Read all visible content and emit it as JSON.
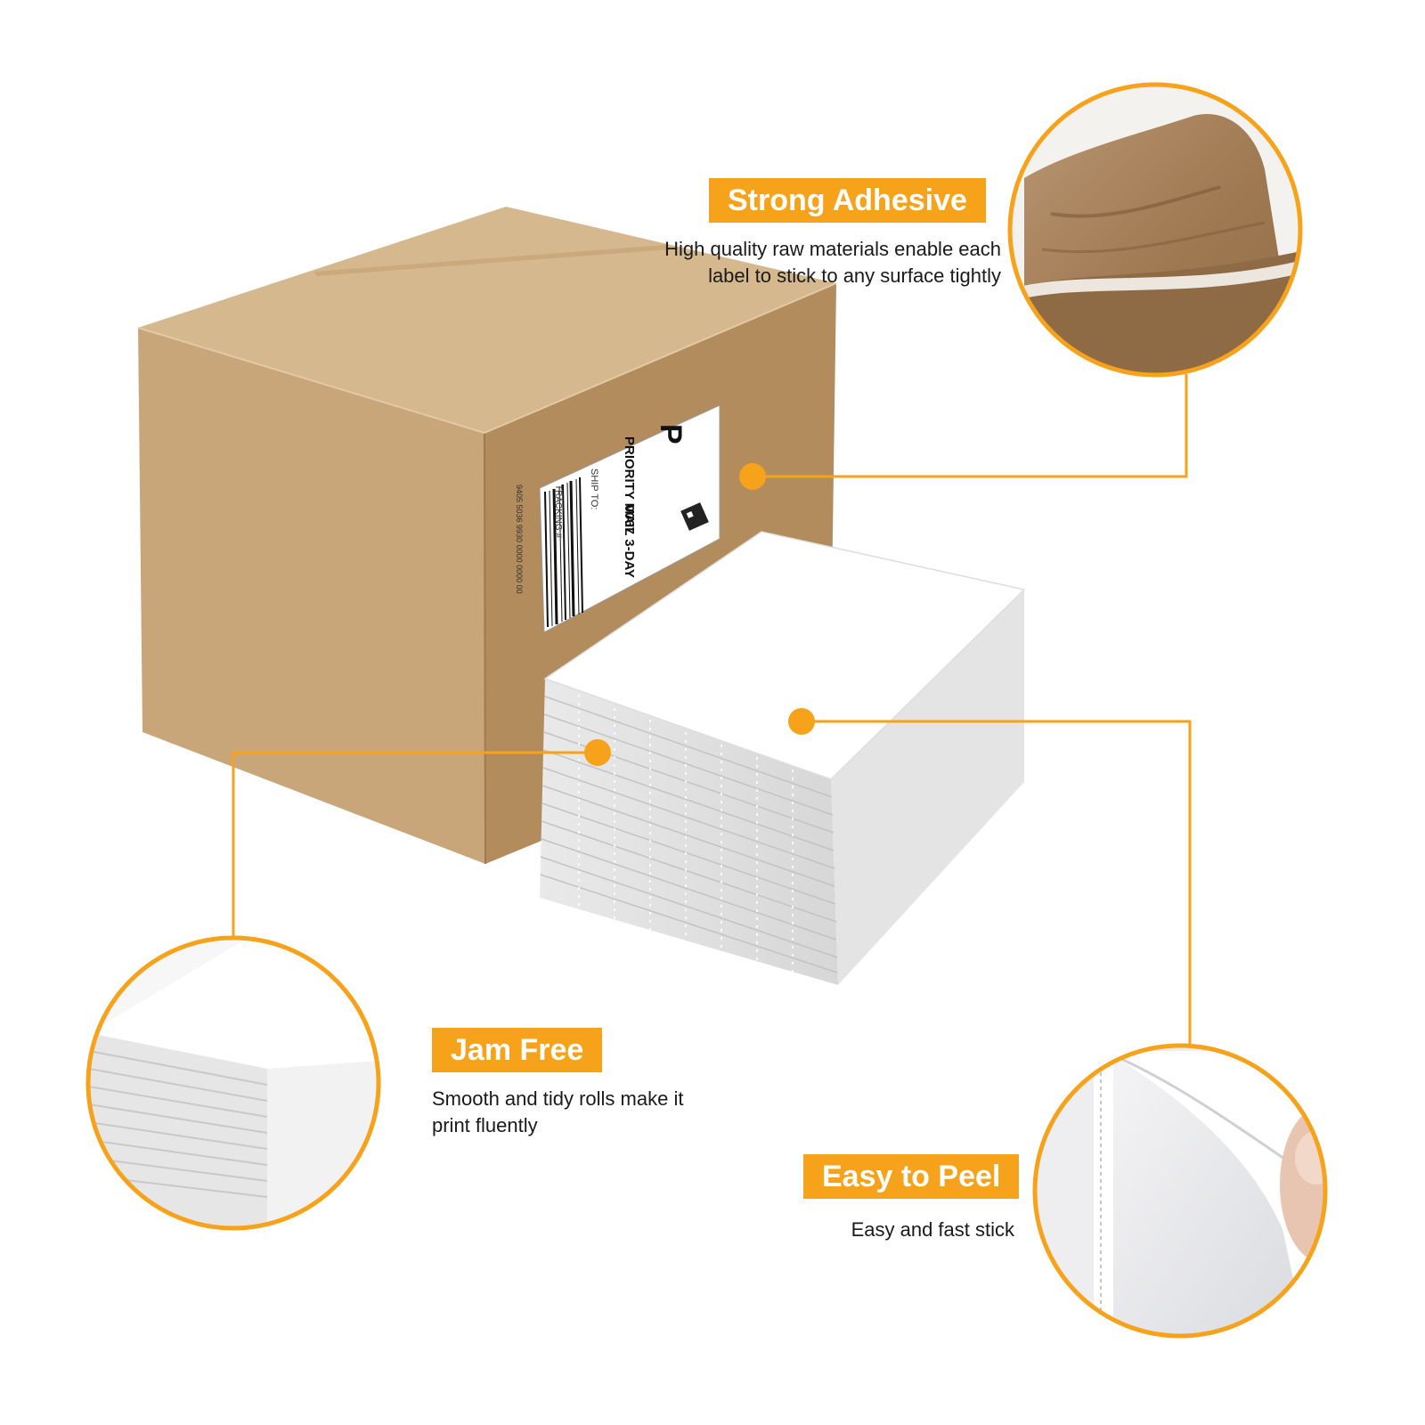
{
  "colors": {
    "accent": "#f7a21b",
    "badge_text": "#ffffff",
    "body_text": "#1a1a1a",
    "cardboard_front": "#c9a57a",
    "cardboard_side": "#b38c5e",
    "cardboard_top": "#d6b88f"
  },
  "features": {
    "strong_adhesive": {
      "title": "Strong Adhesive",
      "desc_line1": "High quality raw materials enable each",
      "desc_line2": "label to stick to any surface tightly"
    },
    "jam_free": {
      "title": "Jam Free",
      "desc_line1": "Smooth and tidy rolls make it",
      "desc_line2": "print fluently"
    },
    "easy_to_peel": {
      "title": "Easy to Peel",
      "desc_line1": "Easy and fast stick"
    }
  },
  "shipping_label": {
    "logo_letter": "P",
    "service": "PRIORITY MAIL 3-DAY",
    "zone": "0067",
    "ship_to": "SHIP TO:",
    "tracking": "TRACKING #",
    "tracking_number": "9405 5036 9930 0000 0000 00"
  }
}
